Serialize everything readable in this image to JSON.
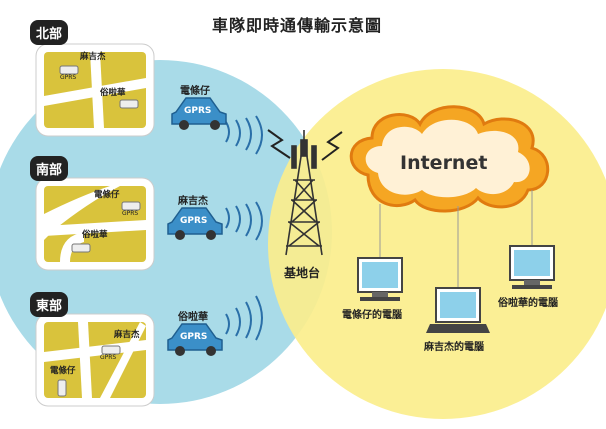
{
  "title": "車隊即時通傳輸示意圖",
  "regions": [
    {
      "label": "北部",
      "car_label": "電條仔",
      "car_text": "GPRS",
      "map_labels": [
        "麻吉杰",
        "俗啦華"
      ],
      "badge": "GPRS"
    },
    {
      "label": "南部",
      "car_label": "麻吉杰",
      "car_text": "GPRS",
      "map_labels": [
        "電條仔",
        "俗啦華"
      ],
      "badge": "GPRS"
    },
    {
      "label": "東部",
      "car_label": "俗啦華",
      "car_text": "GPRS",
      "map_labels": [
        "麻吉杰",
        "電條仔"
      ],
      "badge": "GPRS"
    }
  ],
  "tower_label": "基地台",
  "internet_label": "Internet",
  "computers": [
    "電條仔的電腦",
    "麻吉杰的電腦",
    "俗啦華的電腦"
  ],
  "colors": {
    "blue_zone": "#a9dbe8",
    "yellow_zone": "#fbee8c",
    "car": "#3b8fc8",
    "map_bg": "#d9c33c",
    "cloud": "#f5a623"
  }
}
